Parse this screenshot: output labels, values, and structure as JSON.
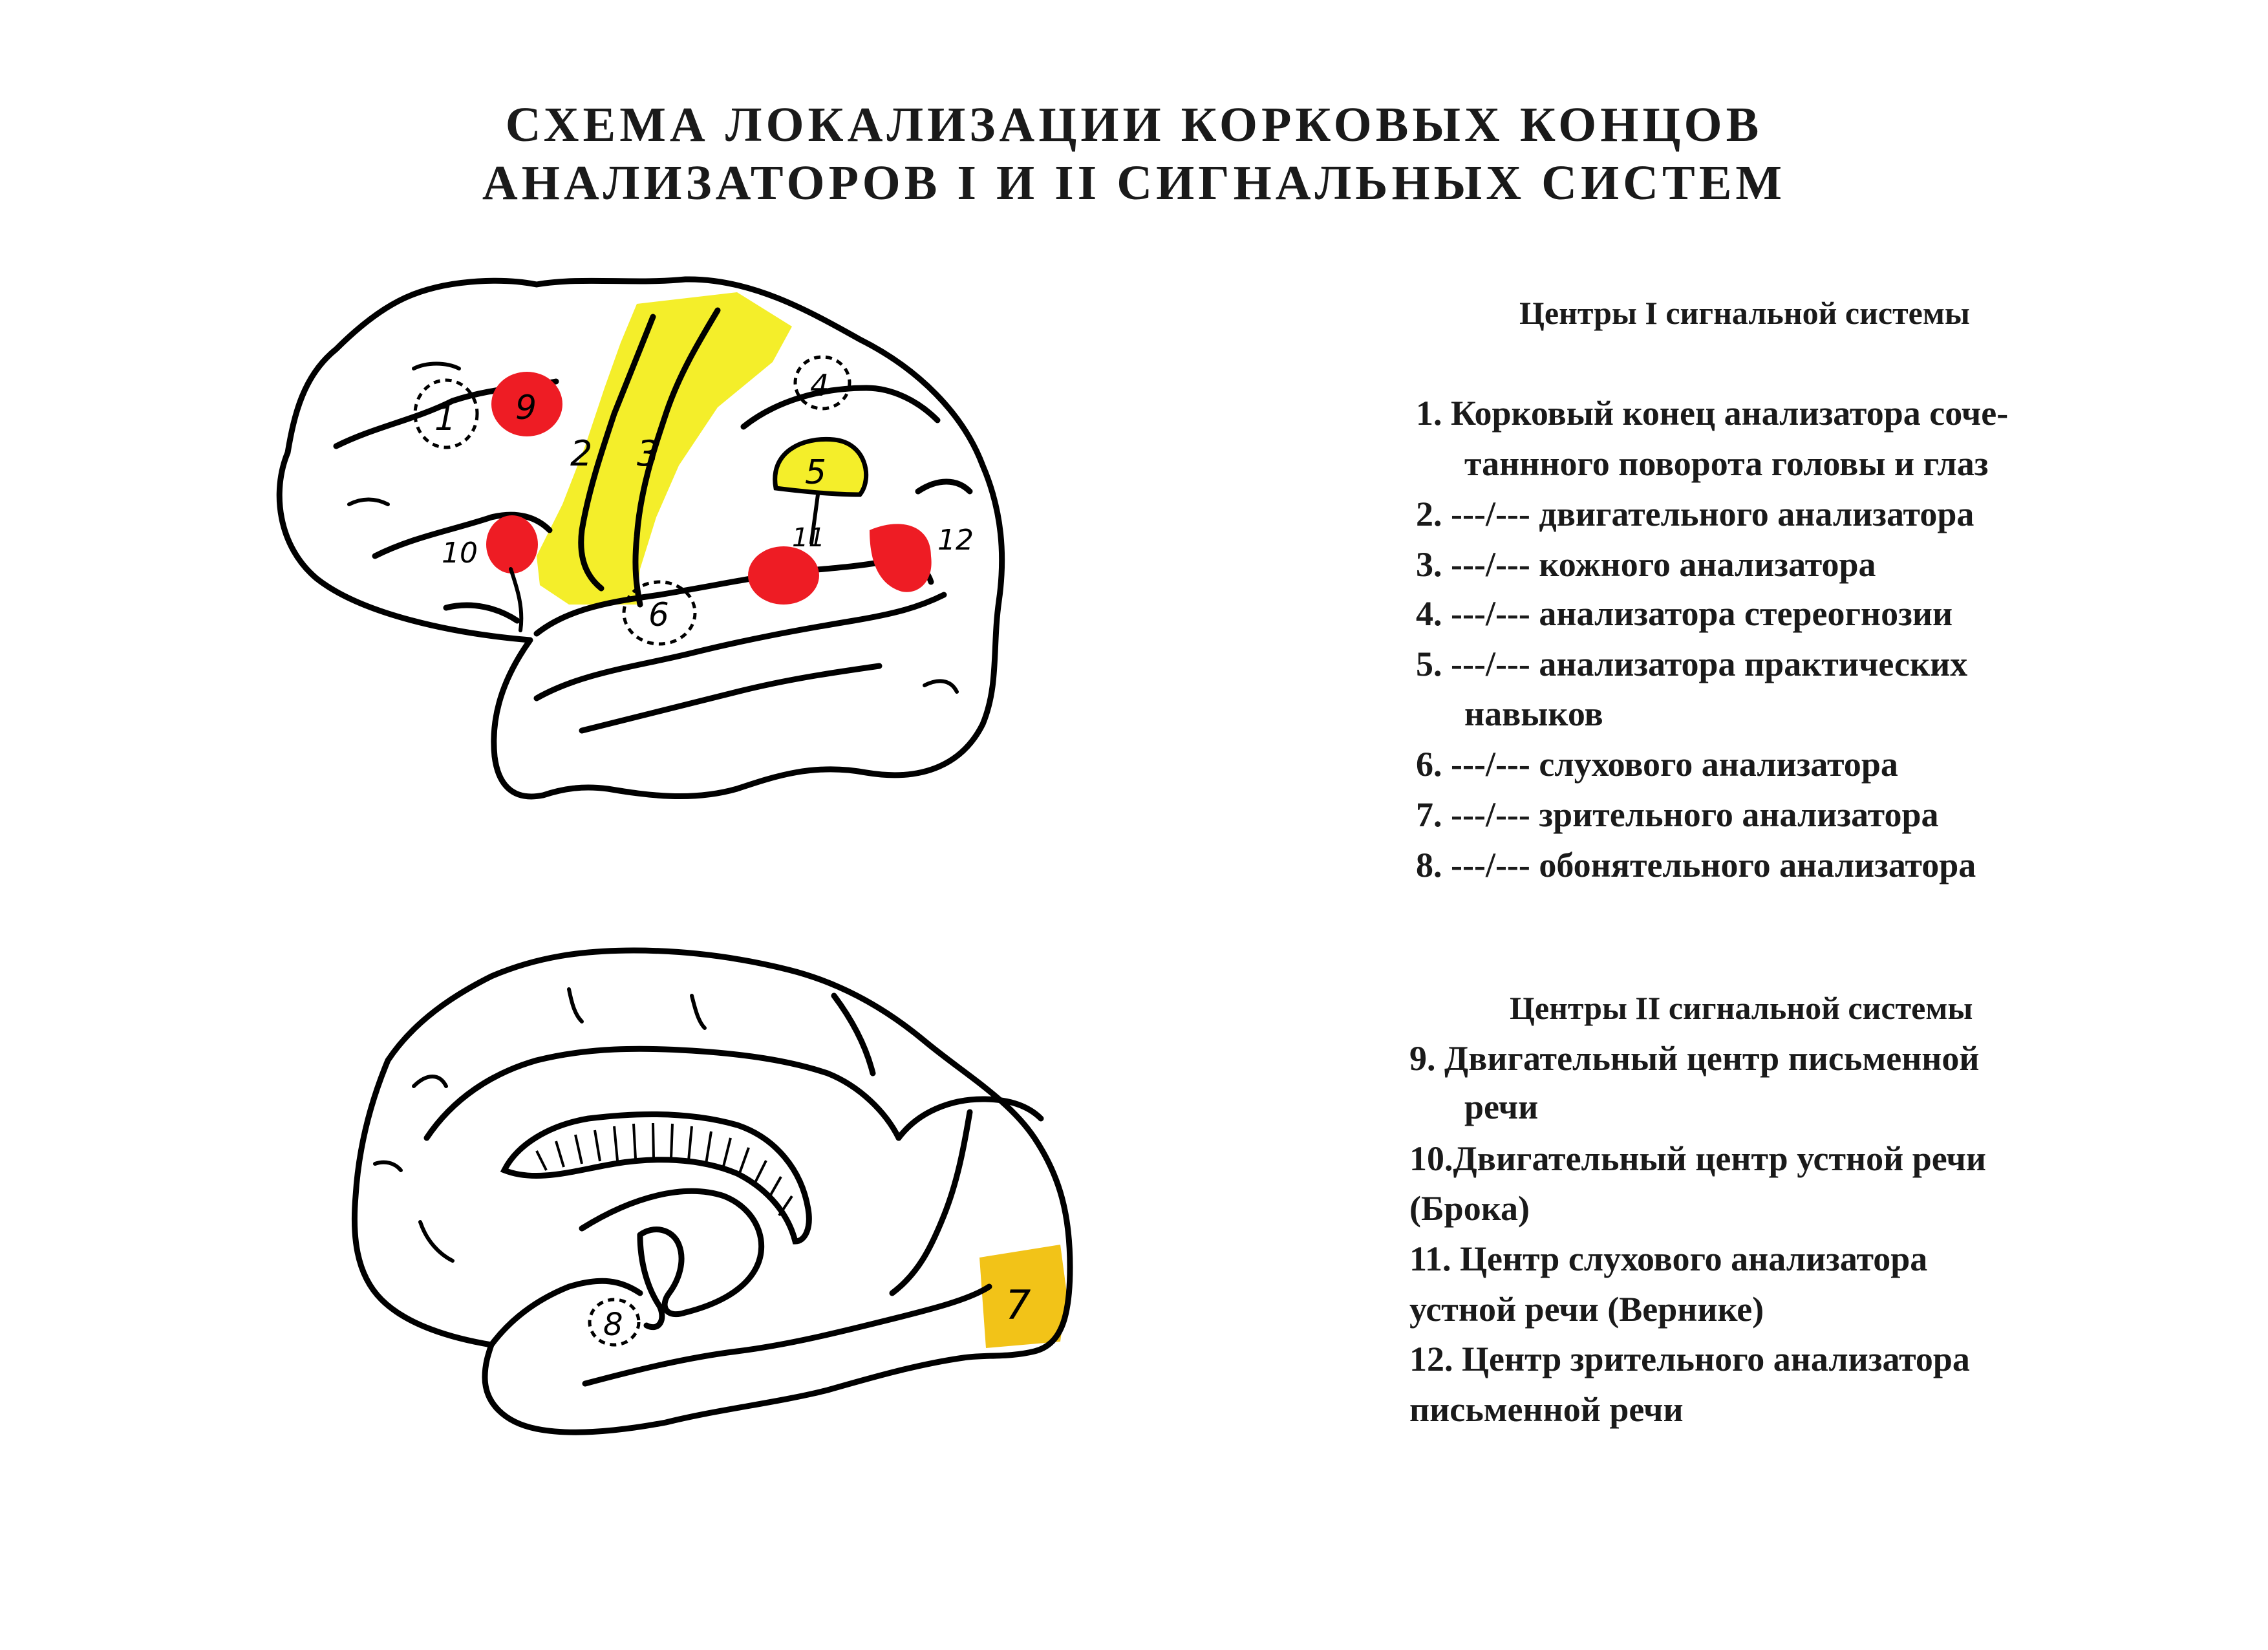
{
  "title": {
    "line1": "СХЕМА ЛОКАЛИЗАЦИИ КОРКОВЫХ КОНЦОВ",
    "line2": "АНАЛИЗАТОРОВ I И II СИГНАЛЬНЫХ СИСТЕМ"
  },
  "colors": {
    "yellow": "#f4ee2a",
    "red": "#ee1c24",
    "orange": "#f2c318",
    "outline": "#000000"
  },
  "lateral_brain": {
    "labels": {
      "1": "1",
      "2": "2",
      "3": "3",
      "4": "4",
      "5": "5",
      "6": "6",
      "9": "9",
      "10": "10",
      "11": "11",
      "12": "12"
    }
  },
  "medial_brain": {
    "labels": {
      "7": "7",
      "8": "8"
    }
  },
  "first_system": {
    "heading": "Центры I сигнальной системы",
    "items": [
      "1.  Корковый конец анализатора соче-",
      "таннного  поворота  головы  и глаз",
      "2.  ---/---  двигательного анализатора",
      "3.  ---/---  кожного анализатора",
      "4.  ---/--- анализатора стереогнозии",
      "5.  ---/--- анализатора практических",
      "навыков",
      "6.  ---/--- слухового анализатора",
      "7.  ---/--- зрительного анализатора",
      "8.  ---/--- обонятельного анализатора"
    ]
  },
  "second_system": {
    "heading": "Центры  II сигнальной системы",
    "items": [
      "9.  Двигательный центр письменной",
      "речи",
      "10.Двигательный  центр устной речи",
      "(Брока)",
      "11. Центр слухового анализатора",
      "устной речи (Вернике)",
      "12. Центр зрительного анализатора",
      "письменной речи"
    ]
  }
}
